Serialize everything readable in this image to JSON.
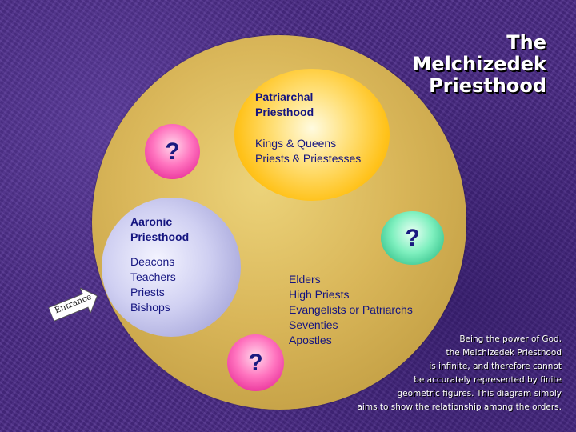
{
  "title": {
    "line1": "The",
    "line2": "Melchizedek",
    "line3": "Priesthood"
  },
  "patriarchal": {
    "heading_line1": "Patriarchal",
    "heading_line2": "Priesthood",
    "offices": [
      "Kings & Queens",
      "Priests & Priestesses"
    ]
  },
  "aaronic": {
    "heading_line1": "Aaronic",
    "heading_line2": "Priesthood",
    "offices": [
      "Deacons",
      "Teachers",
      "Priests",
      "Bishops"
    ]
  },
  "melchizedek_offices": [
    "Elders",
    "High Priests",
    "Evangelists or Patriarchs",
    "Seventies",
    "Apostles"
  ],
  "question_mark": "?",
  "entrance_label": "Entrance",
  "note_lines": [
    "Being the power of God,",
    "the Melchizedek Priesthood",
    "is infinite, and therefore cannot",
    "be accurately represented by finite",
    "geometric figures.  This diagram simply",
    "aims to show the relationship among the orders."
  ],
  "colors": {
    "background": "#4a2a86",
    "outer_circle": "#d9b659",
    "patriarchal_circle": "#ffc21a",
    "aaronic_circle": "#a9a9dc",
    "question_pink": "#e0148a",
    "question_green": "#18b078",
    "label_text": "#141480"
  }
}
